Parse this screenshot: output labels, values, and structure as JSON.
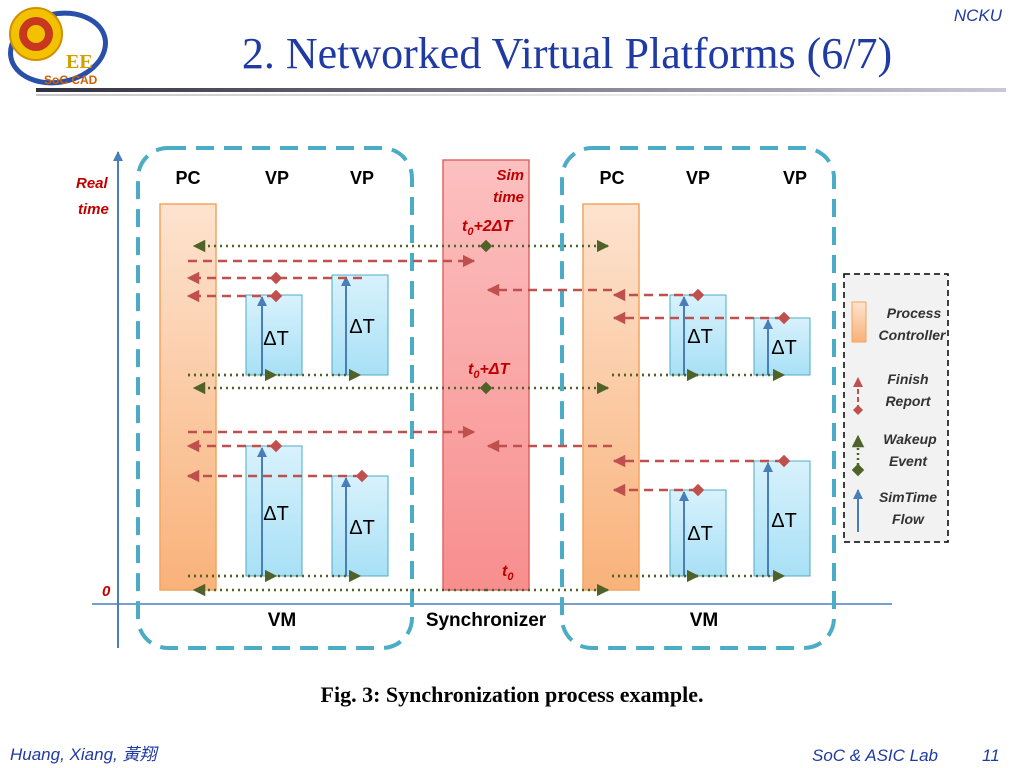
{
  "header": {
    "org": "NCKU",
    "title": "2. Networked Virtual Platforms (6/7)",
    "logo_text": "EE",
    "logo_sub": "SoC CAD"
  },
  "diagram": {
    "axis_label_line1": "Real",
    "axis_label_line2": "time",
    "origin_label": "0",
    "col_pc": "PC",
    "col_vp": "VP",
    "sim_time_line1": "Sim",
    "sim_time_line2": "time",
    "t0_2dt_base": "t",
    "t0_2dt_sub": "0",
    "t0_2dt_suffix": "+2ΔT",
    "t0_dt_base": "t",
    "t0_dt_sub": "0",
    "t0_dt_suffix": "+ΔT",
    "t0_base": "t",
    "t0_sub": "0",
    "delta_t": "ΔT",
    "bottom_vm": "VM",
    "bottom_sync": "Synchronizer",
    "legend": {
      "process_line1": "Process",
      "process_line2": "Controller",
      "finish_line1": "Finish",
      "finish_line2": "Report",
      "wakeup_line1": "Wakeup",
      "wakeup_line2": "Event",
      "simtime_line1": "SimTime",
      "simtime_line2": "Flow"
    }
  },
  "caption": "Fig. 3: Synchronization process example.",
  "footer": {
    "author": "Huang, Xiang,  黃翔",
    "lab": "SoC & ASIC Lab",
    "page": "11"
  },
  "colors": {
    "title": "#1f3aa3",
    "finish": "#c0504d",
    "wakeup": "#4f6228",
    "simtime": "#4a7ebb",
    "vm_border": "#4bacc6",
    "label_red": "#c00000"
  }
}
